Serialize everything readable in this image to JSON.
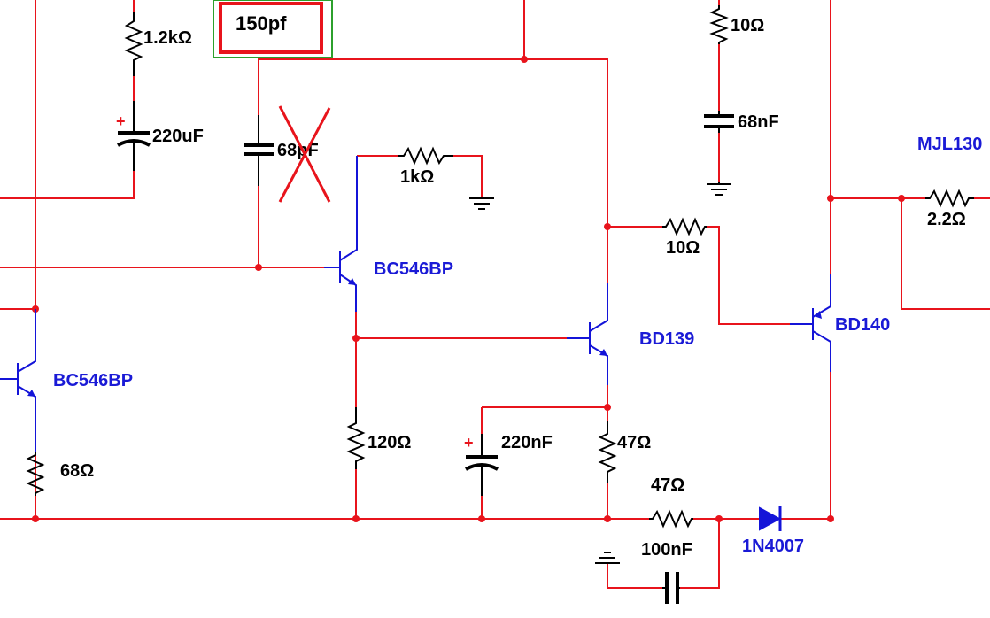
{
  "colors": {
    "wire": "#e8141c",
    "transistor": "#1414d8",
    "label_component": "#000000",
    "label_transistor": "#1a1ad6",
    "annotation_box_outer": "#2ca02c",
    "annotation_box_inner": "#e8141c",
    "strike": "#e8141c"
  },
  "annotation": {
    "text": "150pf"
  },
  "resistors": {
    "r1": "1.2kΩ",
    "r2": "1kΩ",
    "r3": "10Ω",
    "r4": "10Ω",
    "r5": "2.2Ω",
    "r6": "68Ω",
    "r7": "120Ω",
    "r8": "47Ω",
    "r9": "47Ω"
  },
  "capacitors": {
    "c1": "220uF",
    "c2": "68pF",
    "c3": "68nF",
    "c4": "220nF",
    "c5": "100nF"
  },
  "transistors": {
    "q1": "BC546BP",
    "q2": "BC546BP",
    "q3": "BD139",
    "q4": "BD140",
    "q5": "MJL130"
  },
  "diodes": {
    "d1": "1N4007"
  },
  "polarity": {
    "plus": "+"
  }
}
